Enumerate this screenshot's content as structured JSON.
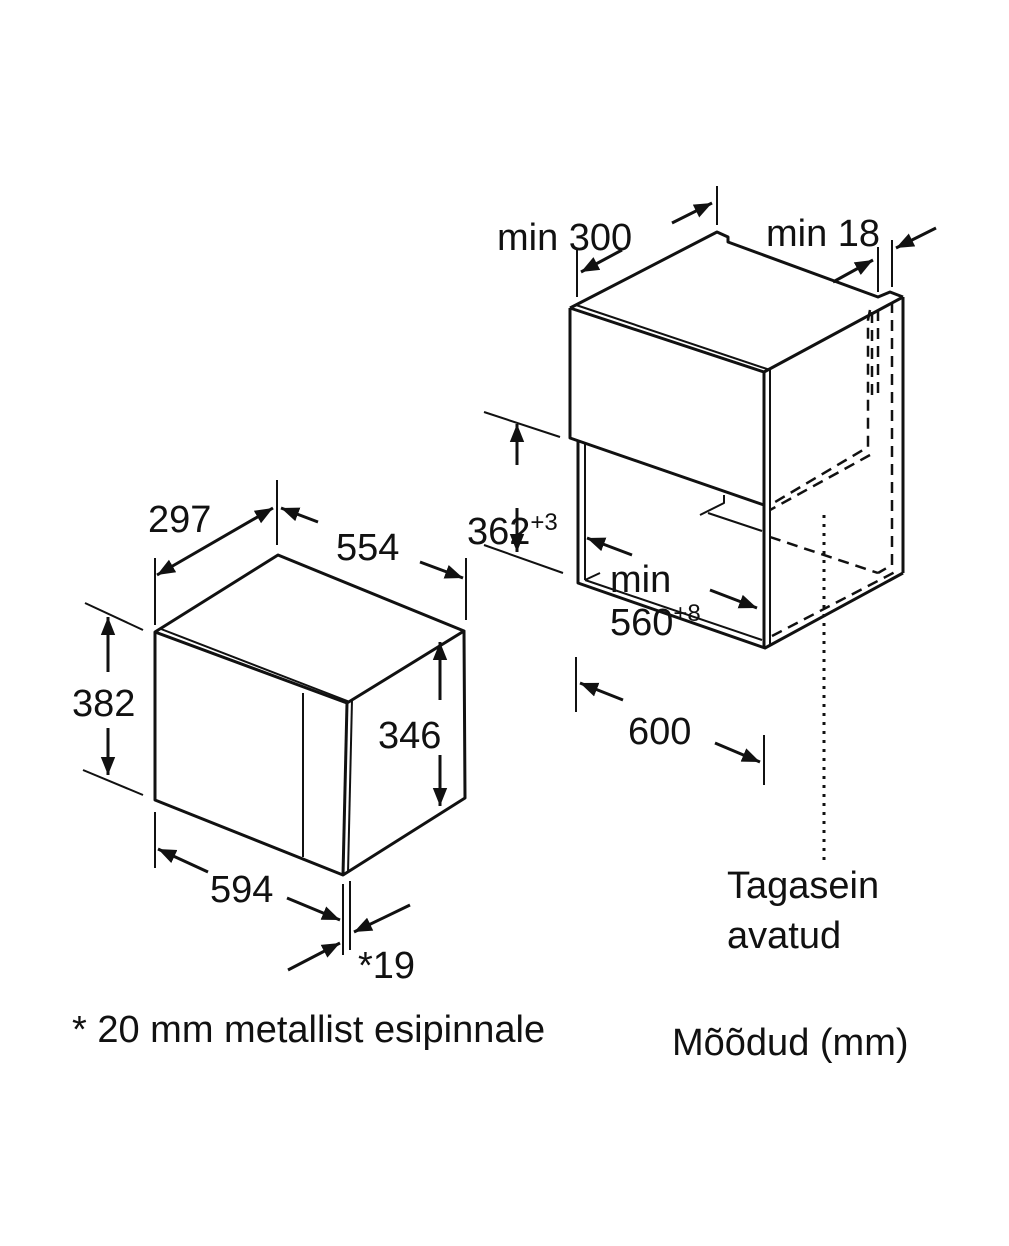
{
  "appliance": {
    "depth": "297",
    "top_width": "554",
    "height": "382",
    "inner_height": "346",
    "width": "594",
    "front_offset": "*19"
  },
  "cabinet": {
    "min_depth": "min 300",
    "min_side": "min 18",
    "niche_height": "362",
    "niche_height_tol": "+3",
    "niche_width_label": "min",
    "niche_width": "560",
    "niche_width_tol": "+8",
    "cabinet_width": "600",
    "back_wall_line1": "Tagasein",
    "back_wall_line2": "avatud"
  },
  "footnote": "* 20 mm metallist esipinnale",
  "units_label": "Mõõdud (mm)",
  "colors": {
    "ink": "#111111",
    "background": "#ffffff"
  }
}
